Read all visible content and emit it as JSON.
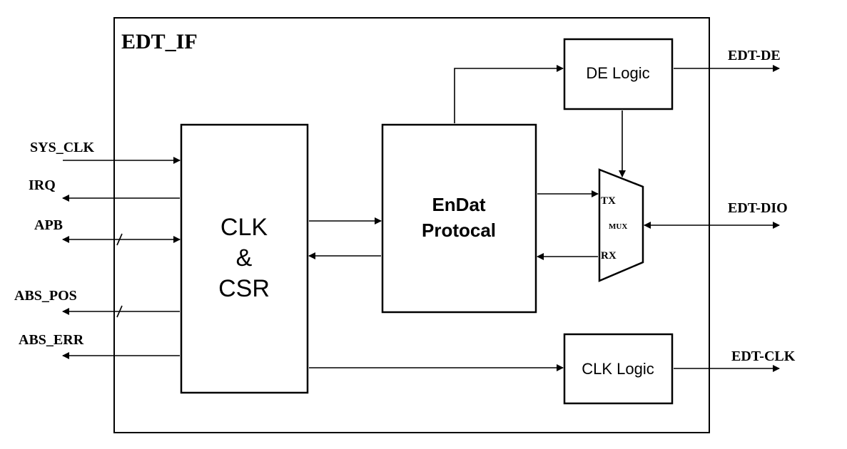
{
  "outer_block": {
    "title": "EDT_IF"
  },
  "blocks": {
    "clk_csr": {
      "line1": "CLK",
      "line2": "&",
      "line3": "CSR"
    },
    "endat": {
      "line1": "EnDat",
      "line2": "Protocal"
    },
    "de_logic": {
      "label": "DE Logic"
    },
    "clk_logic": {
      "label": "CLK Logic"
    },
    "mux": {
      "label": "MUX",
      "tx": "TX",
      "rx": "RX"
    }
  },
  "signals": {
    "left": [
      "SYS_CLK",
      "IRQ",
      "APB",
      "ABS_POS",
      "ABS_ERR"
    ],
    "right": [
      "EDT-DE",
      "EDT-DIO",
      "EDT-CLK"
    ]
  },
  "colors": {
    "line": "#000000",
    "background": "#ffffff"
  }
}
